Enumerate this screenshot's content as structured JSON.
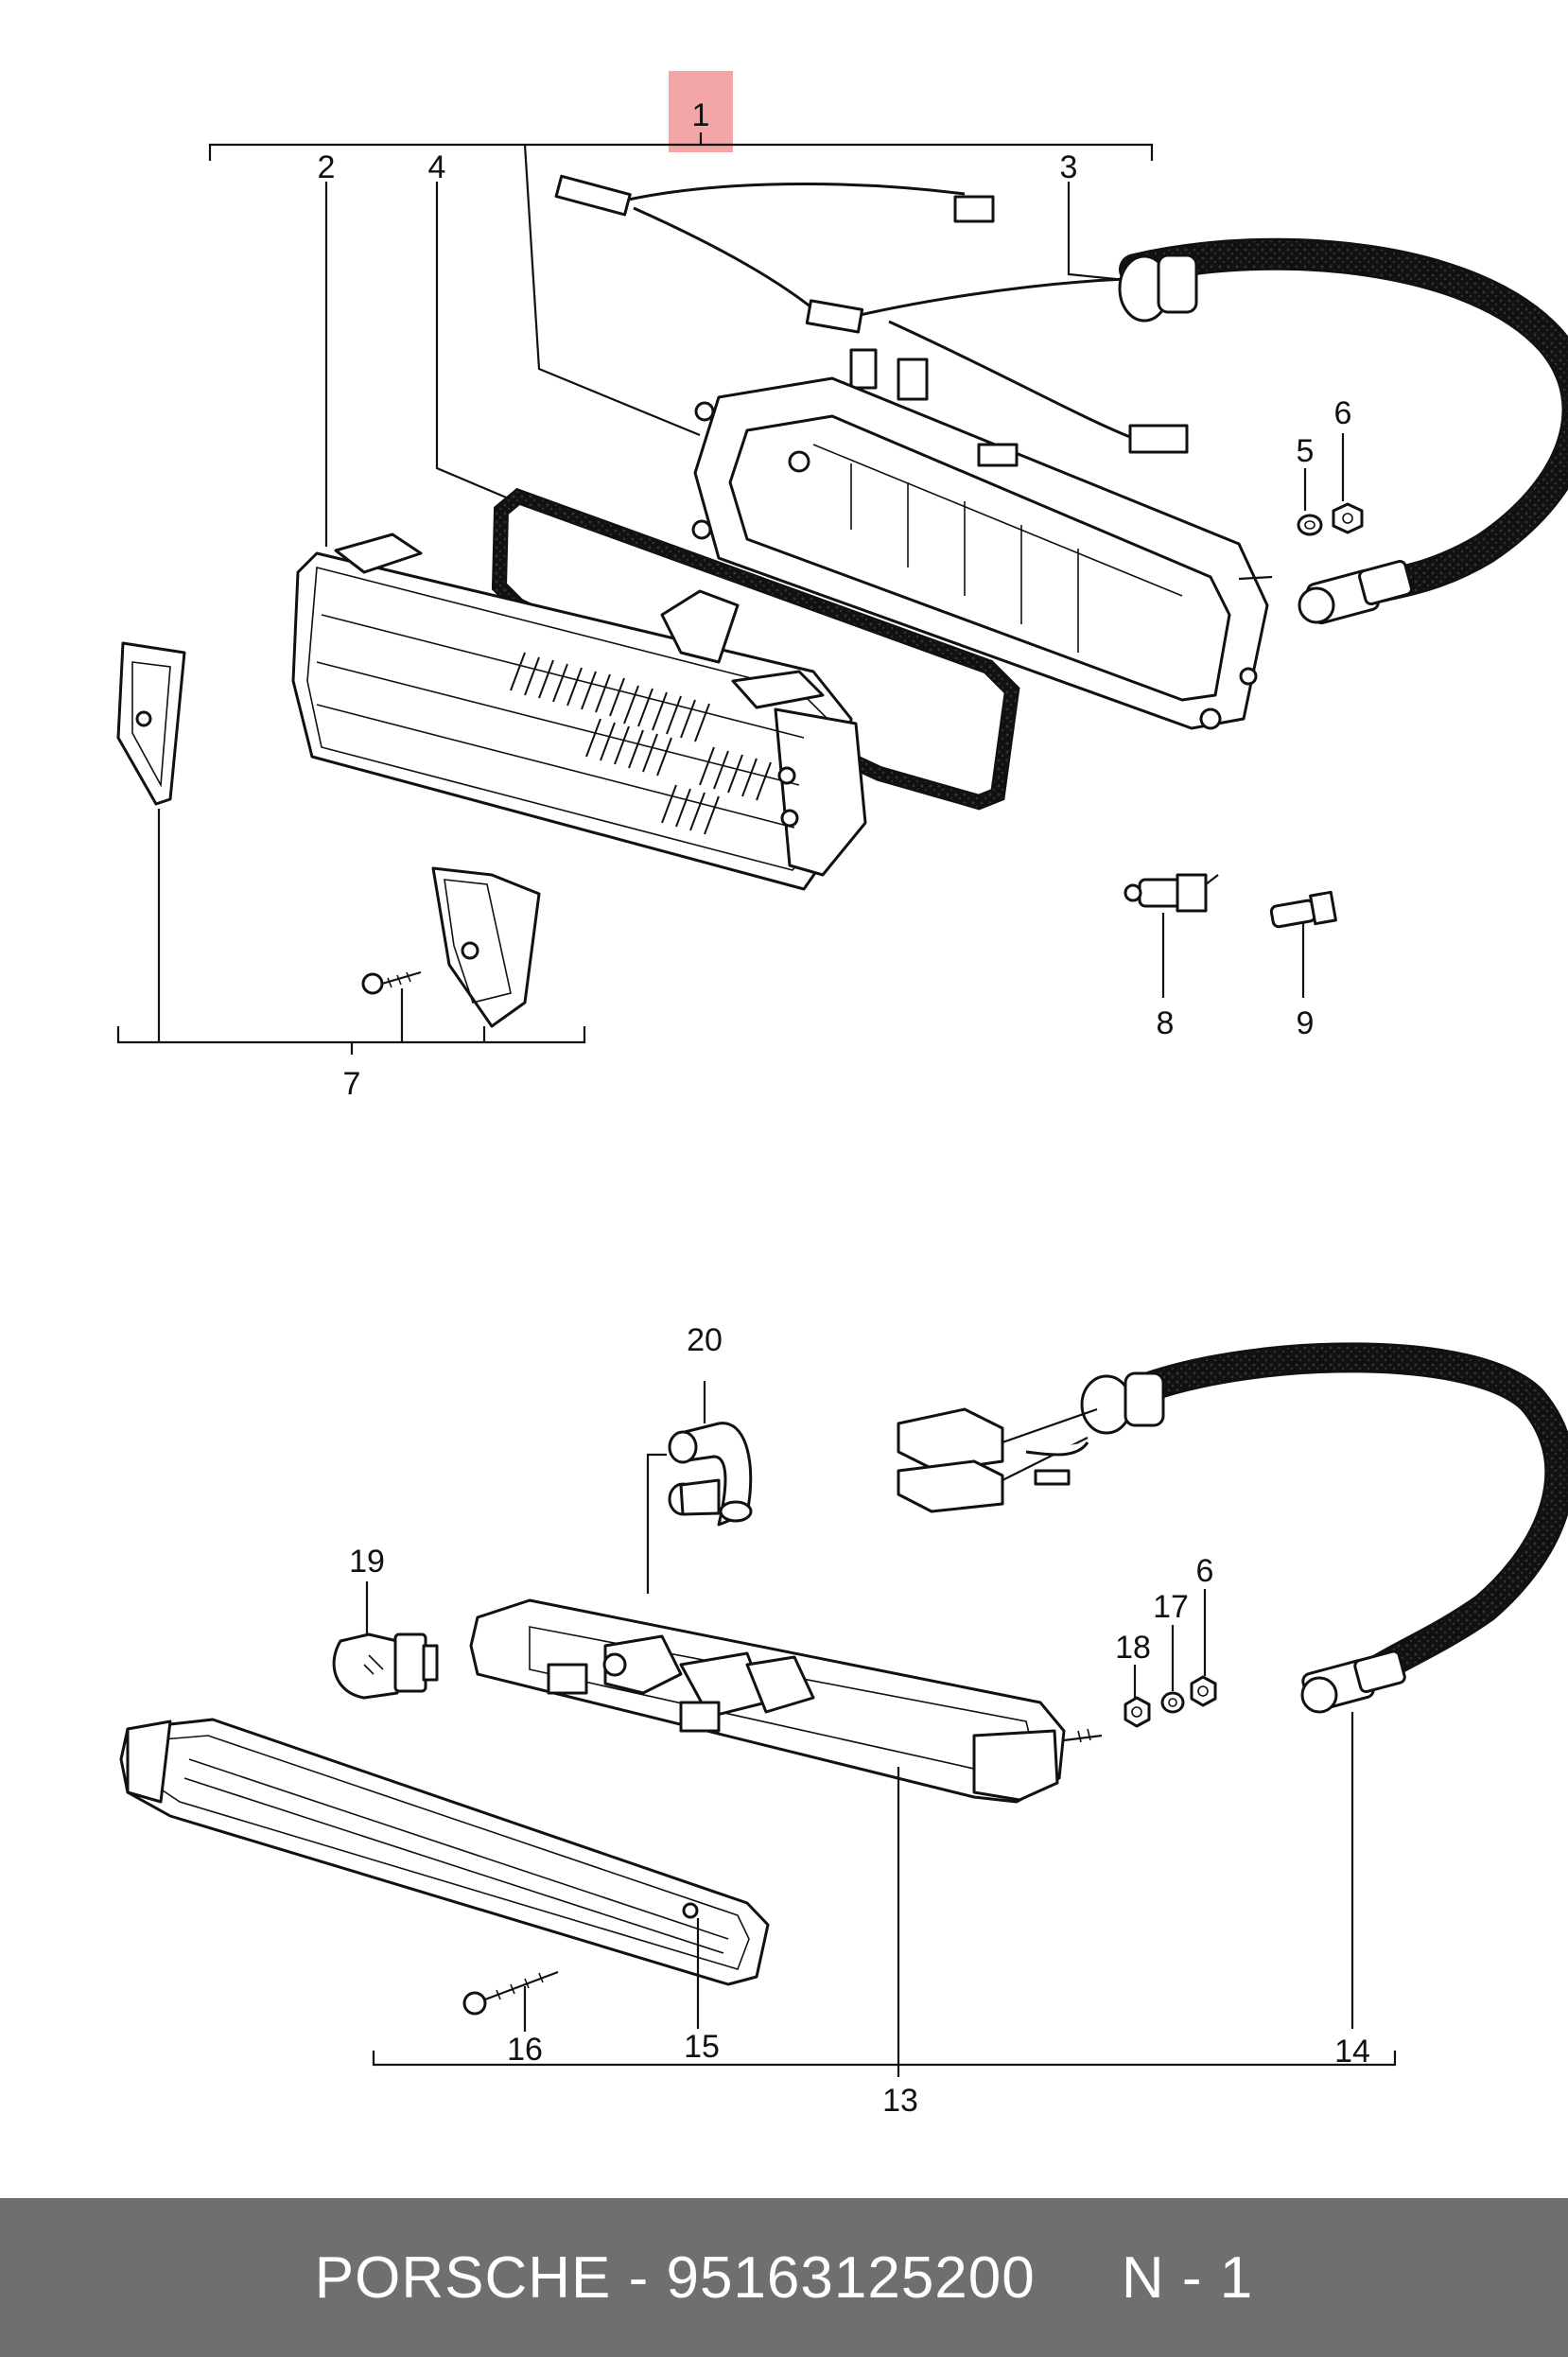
{
  "callouts": {
    "c1": "1",
    "c2": "2",
    "c3": "3",
    "c4": "4",
    "c5": "5",
    "c6a": "6",
    "c7": "7",
    "c8": "8",
    "c9": "9",
    "c20": "20",
    "c19": "19",
    "c17": "17",
    "c6b": "6",
    "c18": "18",
    "c16": "16",
    "c15": "15",
    "c13": "13",
    "c14": "14"
  },
  "highlight_color": "#f4a6a6",
  "footer": {
    "text": "PORSCHE - 95163125200     N - 1",
    "background": "#6f6f6f",
    "color": "#ffffff"
  }
}
